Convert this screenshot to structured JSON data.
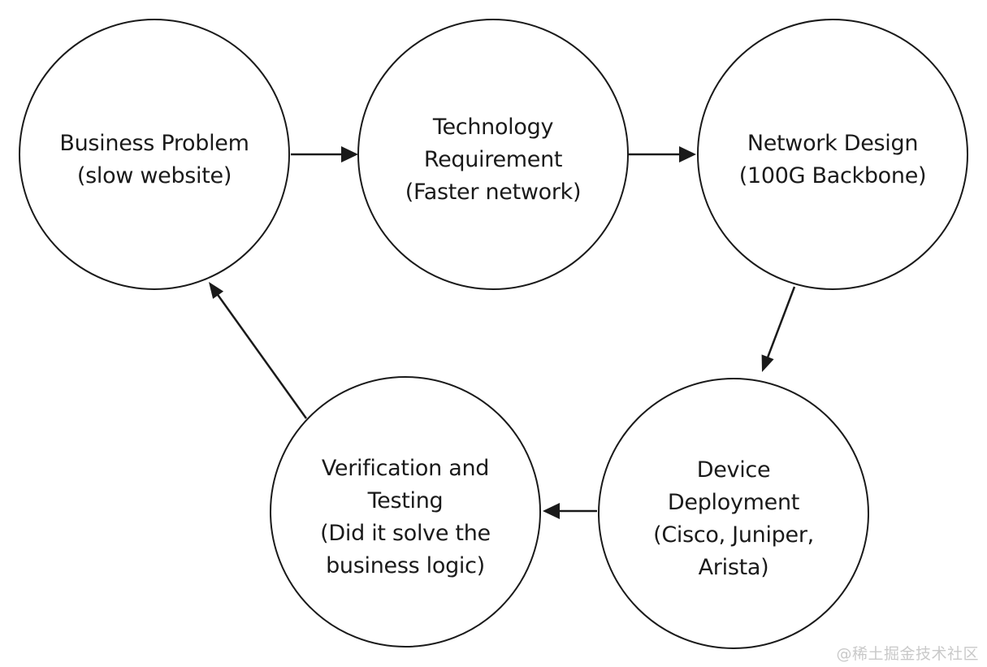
{
  "diagram": {
    "nodes": [
      {
        "id": "business-problem",
        "text": "Business Problem\n(slow website)"
      },
      {
        "id": "technology-requirement",
        "text": "Technology\nRequirement\n(Faster network)"
      },
      {
        "id": "network-design",
        "text": "Network Design\n(100G Backbone)"
      },
      {
        "id": "device-deployment",
        "text": "Device\nDeployment\n(Cisco, Juniper,\nArista)"
      },
      {
        "id": "verification-testing",
        "text": "Verification and\nTesting\n(Did it solve the\nbusiness logic)"
      }
    ],
    "edges": [
      {
        "from": "business-problem",
        "to": "technology-requirement"
      },
      {
        "from": "technology-requirement",
        "to": "network-design"
      },
      {
        "from": "network-design",
        "to": "device-deployment"
      },
      {
        "from": "device-deployment",
        "to": "verification-testing"
      },
      {
        "from": "verification-testing",
        "to": "business-problem"
      }
    ],
    "colors": {
      "stroke": "#1a1a1a",
      "text": "#1a1a1a",
      "background": "#ffffff",
      "watermark": "#c9c9c9"
    }
  },
  "watermark": {
    "text": "@稀土掘金技术社区"
  }
}
